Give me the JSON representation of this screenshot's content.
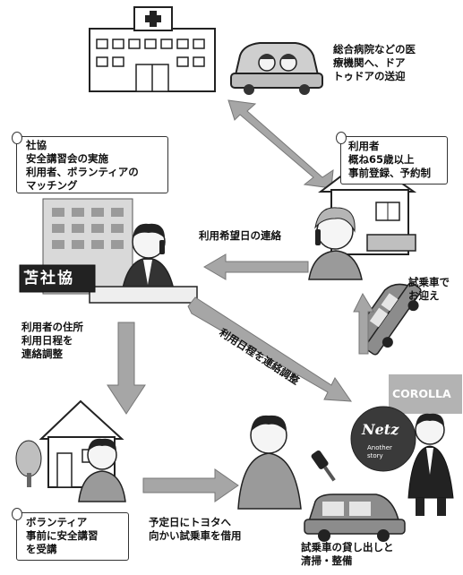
{
  "labels": {
    "hospital_caption": [
      "総合病院などの医",
      "療機関へ、ドア",
      "トゥドアの送迎"
    ],
    "shakyo_box": [
      "社協",
      "安全講習会の実施",
      "利用者、ボランティアの",
      "マッチング"
    ],
    "user_box": [
      "利用者",
      "概ね65歳以上",
      "事前登録、予約制"
    ],
    "arrow_request": "利用希望日の連絡",
    "pickup_caption": [
      "試乗車で",
      "お迎え"
    ],
    "office_sign": "苫社協",
    "coord_caption": [
      "利用者の住所",
      "利用日程を",
      "連絡調整"
    ],
    "diagonal_arrow": "利用日程を連絡調整",
    "corolla_badge": "COROLLA",
    "netz_logo": "Netz",
    "netz_tagline": [
      "Another",
      "story"
    ],
    "volunteer_box": [
      "ボランティア",
      "事前に安全講習",
      "を受講"
    ],
    "borrow_caption": [
      "予定日にトヨタへ",
      "向かい試乗車を借用"
    ],
    "dealer_caption": [
      "試乗車の貸し出しと",
      "清掃・整備"
    ]
  },
  "colors": {
    "arrow_fill": "#a6a6a6",
    "corolla_bg": "#b3b3b3",
    "sign_bg": "#222222"
  }
}
